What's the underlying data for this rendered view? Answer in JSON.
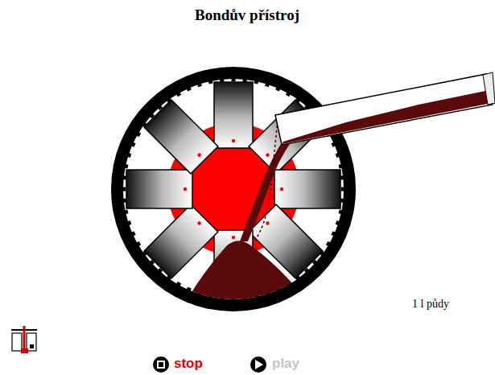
{
  "diagram": {
    "title": "Bondův přístroj",
    "labels": [
      "1 l půdy",
      "stop",
      "play"
    ]
  }
}
